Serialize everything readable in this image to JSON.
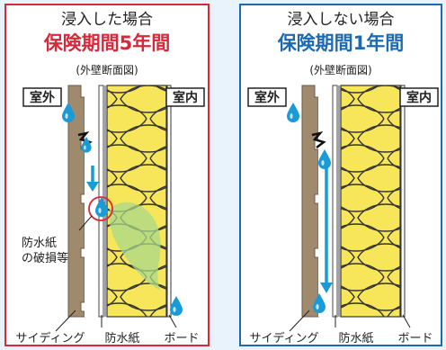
{
  "left_panel": {
    "title": "浸入した場合",
    "period": "保険期間5年間",
    "subtitle": "(外壁断面図)",
    "outside_label": "室外",
    "inside_label": "室内",
    "damage_label_line1": "防水紙",
    "damage_label_line2": "の破損等",
    "bottom_labels": {
      "siding": "サイディング",
      "waterproof": "防水紙",
      "board": "ボード"
    }
  },
  "right_panel": {
    "title": "浸入しない場合",
    "period": "保険期間1年間",
    "subtitle": "(外壁断面図)",
    "outside_label": "室外",
    "inside_label": "室内",
    "bottom_labels": {
      "siding": "サイディング",
      "waterproof": "防水紙",
      "board": "ボード"
    }
  },
  "colors": {
    "left_border": "#d8283a",
    "left_period": "#d8283a",
    "right_border": "#1c6ab4",
    "right_period": "#1c6ab4",
    "insulation": "#f8e65a",
    "siding": "#a08a6e",
    "water": "#1a9ad6",
    "stain": "#a8d88a"
  },
  "icons": [
    "water-drop-icon",
    "water-flow-arrow-icon",
    "crack-icon"
  ]
}
